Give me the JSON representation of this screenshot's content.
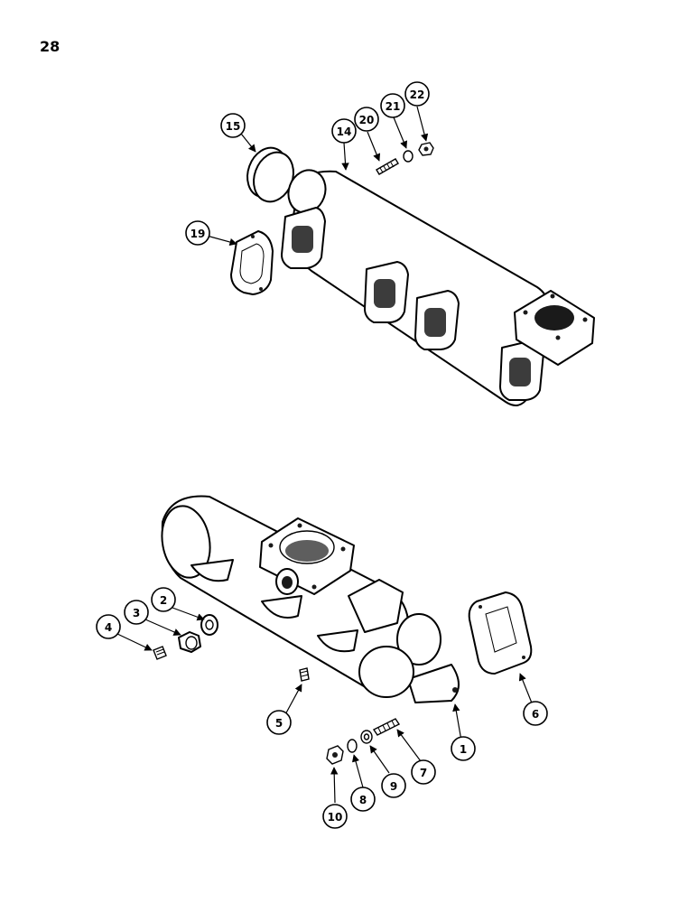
{
  "page": {
    "number": "28"
  },
  "callouts": {
    "c1": "1",
    "c2": "2",
    "c3": "3",
    "c4": "4",
    "c5": "5",
    "c6": "6",
    "c7": "7",
    "c8": "8",
    "c9": "9",
    "c10": "10",
    "c14": "14",
    "c15": "15",
    "c19": "19",
    "c20": "20",
    "c21": "21",
    "c22": "22"
  }
}
